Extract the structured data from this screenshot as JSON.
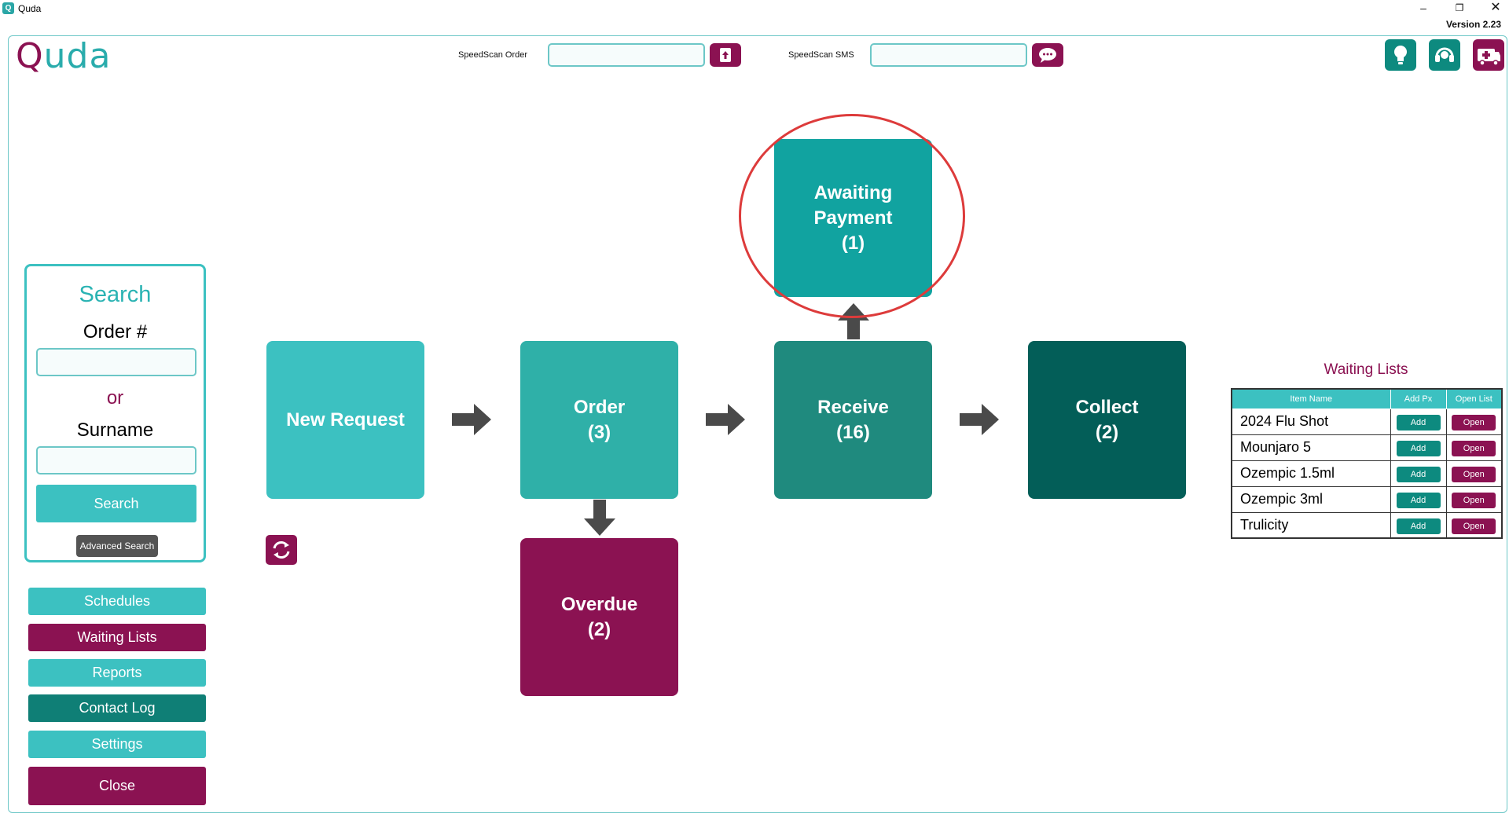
{
  "window": {
    "title": "Quda",
    "app_icon_letter": "Q",
    "version": "Version 2.23",
    "minimize_glyph": "–",
    "maximize_glyph": "❐",
    "close_glyph": "✕"
  },
  "header": {
    "logo_letter": "Q",
    "logo_rest": "uda",
    "speedscan_order_label": "SpeedScan Order",
    "speedscan_sms_label": "SpeedScan SMS",
    "speedscan_order_value": "",
    "speedscan_sms_value": "",
    "icons": [
      "upload-icon",
      "sms-icon",
      "lightbulb-icon",
      "headset-icon",
      "ambulance-icon"
    ]
  },
  "search": {
    "title": "Search",
    "order_label": "Order #",
    "or_label": "or",
    "surname_label": "Surname",
    "order_value": "",
    "surname_value": "",
    "search_button": "Search",
    "advanced_button": "Advanced Search"
  },
  "nav": {
    "schedules": "Schedules",
    "waiting_lists": "Waiting Lists",
    "reports": "Reports",
    "contact_log": "Contact Log",
    "settings": "Settings",
    "close": "Close"
  },
  "workflow": {
    "new_request": {
      "line1": "New Request"
    },
    "order": {
      "line1": "Order",
      "count": "(3)"
    },
    "receive": {
      "line1": "Receive",
      "count": "(16)"
    },
    "collect": {
      "line1": "Collect",
      "count": "(2)"
    },
    "awaiting_payment": {
      "line1": "Awaiting",
      "line2": "Payment",
      "count": "(1)"
    },
    "overdue": {
      "line1": "Overdue",
      "count": "(2)"
    }
  },
  "waiting_lists": {
    "title": "Waiting Lists",
    "columns": [
      "Item Name",
      "Add Px",
      "Open List"
    ],
    "add_label": "Add",
    "open_label": "Open",
    "rows": [
      {
        "name": "2024 Flu Shot"
      },
      {
        "name": "Mounjaro 5"
      },
      {
        "name": "Ozempic 1.5ml"
      },
      {
        "name": "Ozempic 3ml"
      },
      {
        "name": "Trulicity"
      }
    ]
  },
  "colors": {
    "brand_plum": "#8b1252",
    "brand_teal": "#3cc1c1",
    "highlight_ring": "#dd3b3b"
  }
}
